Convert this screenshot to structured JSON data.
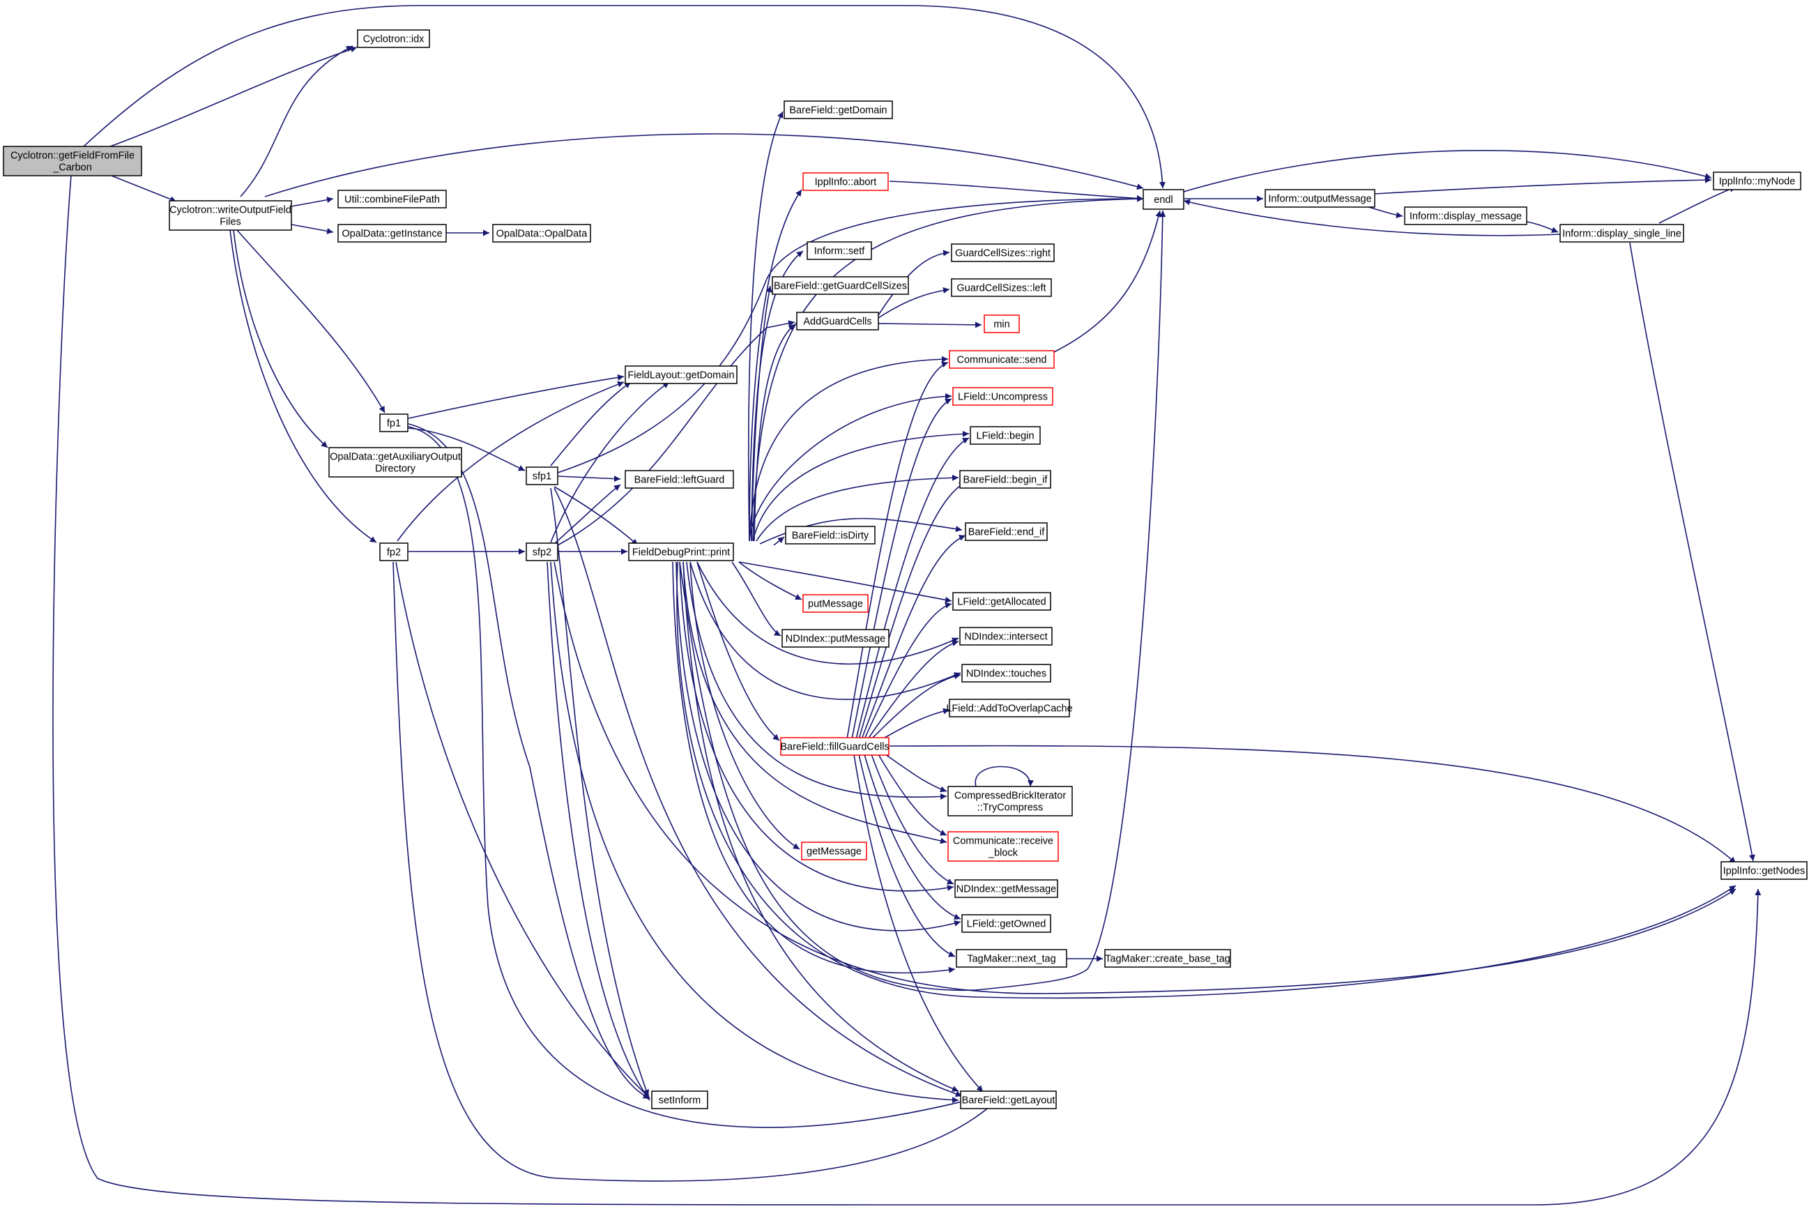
{
  "colors": {
    "edge": "#191970",
    "root_fill": "#bfbfbf",
    "truncated_border": "#ff0000",
    "node_border": "#000000"
  },
  "nodes": [
    {
      "id": "root",
      "lines": [
        "Cyclotron::getFieldFromFile",
        "_Carbon"
      ],
      "root": true
    },
    {
      "id": "idx",
      "lines": [
        "Cyclotron::idx"
      ]
    },
    {
      "id": "wof",
      "lines": [
        "Cyclotron::writeOutputField",
        "Files"
      ]
    },
    {
      "id": "cfp",
      "lines": [
        "Util::combineFilePath"
      ]
    },
    {
      "id": "gi",
      "lines": [
        "OpalData::getInstance"
      ]
    },
    {
      "id": "od",
      "lines": [
        "OpalData::OpalData"
      ]
    },
    {
      "id": "gaod",
      "lines": [
        "OpalData::getAuxiliaryOutput",
        "Directory"
      ]
    },
    {
      "id": "fp1",
      "lines": [
        "fp1"
      ]
    },
    {
      "id": "fp2",
      "lines": [
        "fp2"
      ]
    },
    {
      "id": "sfp1",
      "lines": [
        "sfp1"
      ]
    },
    {
      "id": "sfp2",
      "lines": [
        "sfp2"
      ]
    },
    {
      "id": "flgd",
      "lines": [
        "FieldLayout::getDomain"
      ]
    },
    {
      "id": "bflg",
      "lines": [
        "BareField::leftGuard"
      ]
    },
    {
      "id": "fdp",
      "lines": [
        "FieldDebugPrint::print"
      ]
    },
    {
      "id": "setinf",
      "lines": [
        "setInform"
      ]
    },
    {
      "id": "bfgl",
      "lines": [
        "BareField::getLayout"
      ]
    },
    {
      "id": "bfgd",
      "lines": [
        "BareField::getDomain"
      ]
    },
    {
      "id": "abort",
      "lines": [
        "IpplInfo::abort"
      ],
      "truncated": true
    },
    {
      "id": "setf",
      "lines": [
        "Inform::setf"
      ]
    },
    {
      "id": "bfgcs",
      "lines": [
        "BareField::getGuardCellSizes"
      ]
    },
    {
      "id": "agc",
      "lines": [
        "AddGuardCells"
      ]
    },
    {
      "id": "isdirty",
      "lines": [
        "BareField::isDirty"
      ]
    },
    {
      "id": "putmsg",
      "lines": [
        "putMessage"
      ],
      "truncated": true
    },
    {
      "id": "ndput",
      "lines": [
        "NDIndex::putMessage"
      ]
    },
    {
      "id": "bffgc",
      "lines": [
        "BareField::fillGuardCells"
      ],
      "truncated": true
    },
    {
      "id": "getmsg",
      "lines": [
        "getMessage"
      ],
      "truncated": true
    },
    {
      "id": "endl",
      "lines": [
        "endl"
      ]
    },
    {
      "id": "gcsr",
      "lines": [
        "GuardCellSizes::right"
      ]
    },
    {
      "id": "gcsl",
      "lines": [
        "GuardCellSizes::left"
      ]
    },
    {
      "id": "min",
      "lines": [
        "min"
      ],
      "truncated": true
    },
    {
      "id": "csend",
      "lines": [
        "Communicate::send"
      ],
      "truncated": true
    },
    {
      "id": "lfu",
      "lines": [
        "LField::Uncompress"
      ],
      "truncated": true
    },
    {
      "id": "lfb",
      "lines": [
        "LField::begin"
      ]
    },
    {
      "id": "bfbi",
      "lines": [
        "BareField::begin_if"
      ]
    },
    {
      "id": "bfei",
      "lines": [
        "BareField::end_if"
      ]
    },
    {
      "id": "lfga",
      "lines": [
        "LField::getAllocated"
      ]
    },
    {
      "id": "ndint",
      "lines": [
        "NDIndex::intersect"
      ]
    },
    {
      "id": "ndtouch",
      "lines": [
        "NDIndex::touches"
      ]
    },
    {
      "id": "lfaoc",
      "lines": [
        "LField::AddToOverlapCache"
      ]
    },
    {
      "id": "cbitc",
      "lines": [
        "CompressedBrickIterator",
        "::TryCompress"
      ]
    },
    {
      "id": "crb",
      "lines": [
        "Communicate::receive",
        "_block"
      ],
      "truncated": true
    },
    {
      "id": "ndgm",
      "lines": [
        "NDIndex::getMessage"
      ]
    },
    {
      "id": "lfgo",
      "lines": [
        "LField::getOwned"
      ]
    },
    {
      "id": "tmnt",
      "lines": [
        "TagMaker::next_tag"
      ]
    },
    {
      "id": "tmcbt",
      "lines": [
        "TagMaker::create_base_tag"
      ]
    },
    {
      "id": "iom",
      "lines": [
        "Inform::outputMessage"
      ]
    },
    {
      "id": "idm",
      "lines": [
        "Inform::display_message"
      ]
    },
    {
      "id": "idsl",
      "lines": [
        "Inform::display_single_line"
      ]
    },
    {
      "id": "mynode",
      "lines": [
        "IpplInfo::myNode"
      ]
    },
    {
      "id": "getnodes",
      "lines": [
        "IpplInfo::getNodes"
      ]
    }
  ]
}
